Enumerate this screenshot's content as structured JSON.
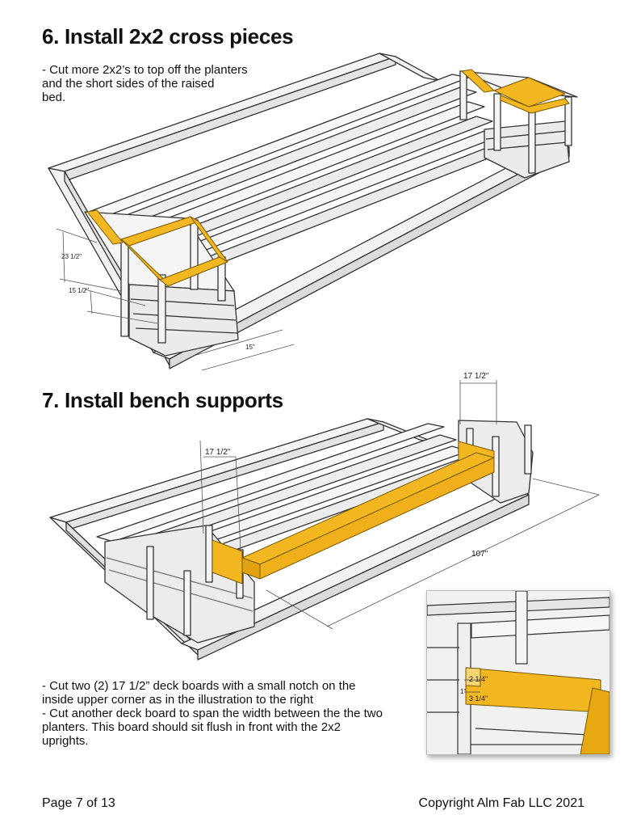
{
  "step6": {
    "title": "6. Install 2x2 cross pieces",
    "text_lines": [
      "- Cut more 2x2’s to top off the planters",
      "and the short sides of the raised",
      "bed."
    ],
    "dims": {
      "d1": "23 1/2\"",
      "d2": "15 1/2\"",
      "d3": "15\""
    }
  },
  "step7": {
    "title": "7. Install bench supports",
    "dims": {
      "left": "17 1/2\"",
      "right": "17 1/2\"",
      "span": "107\""
    },
    "text_lines": [
      "- Cut two (2) 17 1/2” deck boards with a small notch on the",
      "inside upper corner as in the illustration to the right",
      "- Cut another deck board to span the width between the the two",
      "planters. This board should sit flush in front with the 2x2",
      "uprights."
    ]
  },
  "inset": {
    "dims": {
      "a": "2 1/4\"",
      "b": "1\"",
      "c": "3 1/4\""
    }
  },
  "footer": {
    "page": "Page 7 of 13",
    "copyright": "Copyright Alm Fab LLC 2021"
  },
  "colors": {
    "highlight": "#F3B722",
    "wood": "#F3F3F3",
    "outline": "#333333"
  }
}
